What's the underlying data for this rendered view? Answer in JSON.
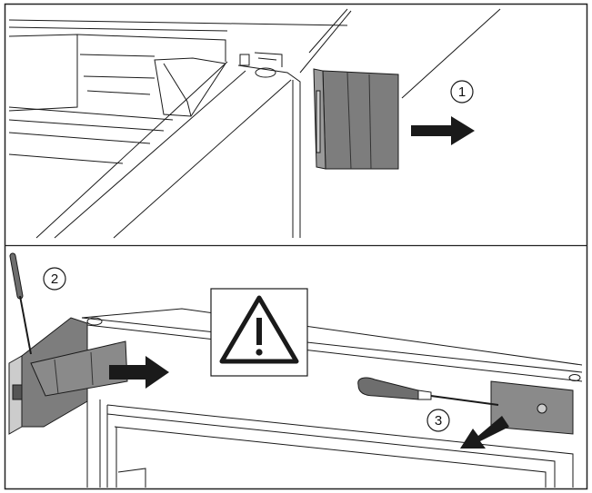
{
  "steps": [
    {
      "number": "1"
    },
    {
      "number": "2"
    },
    {
      "number": "3"
    }
  ],
  "icons": {
    "warning": "warning-triangle-icon",
    "arrow": "arrow-right-icon",
    "tool": "screwdriver-icon"
  },
  "colors": {
    "line": "#1a1a1a",
    "part_gray": "#7d7d7d",
    "part_dark": "#555555",
    "screwdriver_handle": "#6e6e6e",
    "frame": "#222222"
  }
}
